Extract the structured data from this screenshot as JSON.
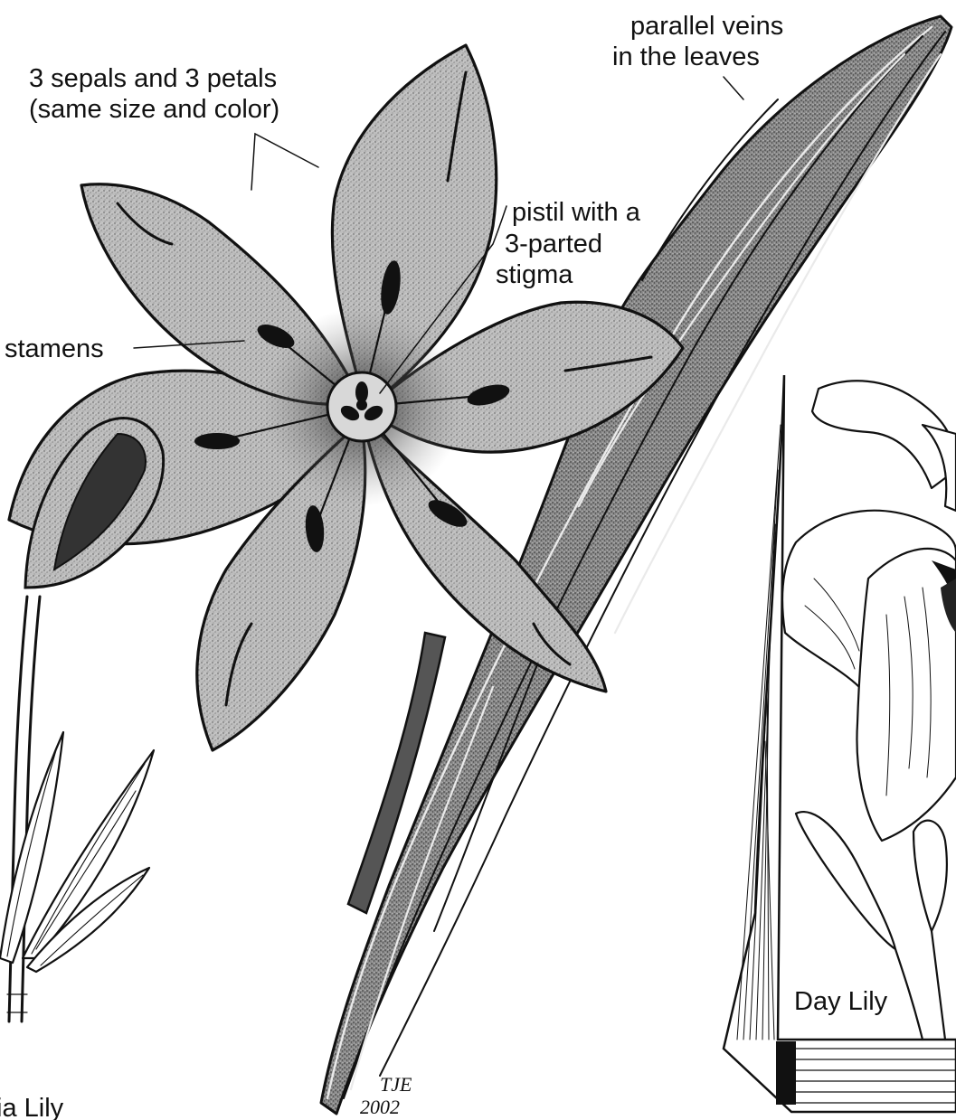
{
  "labels": {
    "sepals_petals_line1": "3 sepals and 3 petals",
    "sepals_petals_line2": "(same size and color)",
    "parallel_veins_line1": "parallel veins",
    "parallel_veins_line2": "in the leaves",
    "pistil_line1": "pistil with a",
    "pistil_line2": "3-parted",
    "pistil_line3": "stigma",
    "stamens": "stamens",
    "day_lily": "Day Lily",
    "left_plant_fragment": "ia Lily"
  },
  "signature": {
    "initials": "TJE",
    "year": "2002"
  }
}
